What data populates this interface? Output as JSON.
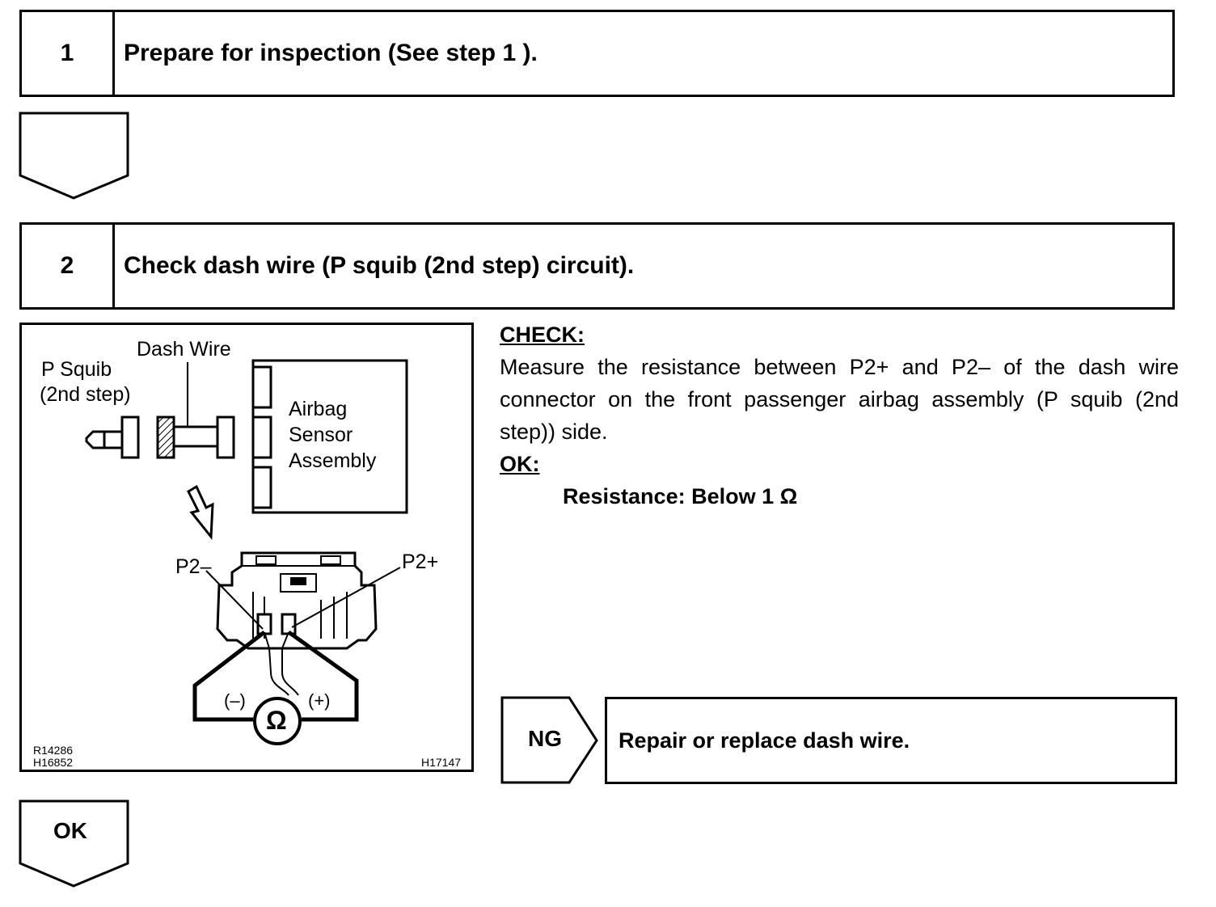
{
  "steps": [
    {
      "number": "1",
      "title": "Prepare for inspection (See step 1 )."
    },
    {
      "number": "2",
      "title": "Check dash wire (P squib (2nd step) circuit)."
    }
  ],
  "figure": {
    "labels": {
      "dash_wire": "Dash Wire",
      "p_squib_line1": "P Squib",
      "p_squib_line2": "(2nd step)",
      "airbag_line1": "Airbag",
      "airbag_line2": "Sensor",
      "airbag_line3": "Assembly",
      "p2_minus": "P2–",
      "p2_plus": "P2+",
      "neg": "(–)",
      "pos": "(+)",
      "ohm": "Ω"
    },
    "codes": {
      "left_line1": "R14286",
      "left_line2": "H16852",
      "right": "H17147"
    }
  },
  "check": {
    "heading": "CHECK:",
    "text": "Measure the resistance between P2+ and P2– of the dash wire connector on the front passenger airbag assembly (P squib (2nd step)) side.",
    "ok_heading": "OK:",
    "spec": "Resistance: Below 1 Ω"
  },
  "ng": {
    "label": "NG",
    "action": "Repair or replace dash wire."
  },
  "ok": {
    "label": "OK"
  }
}
